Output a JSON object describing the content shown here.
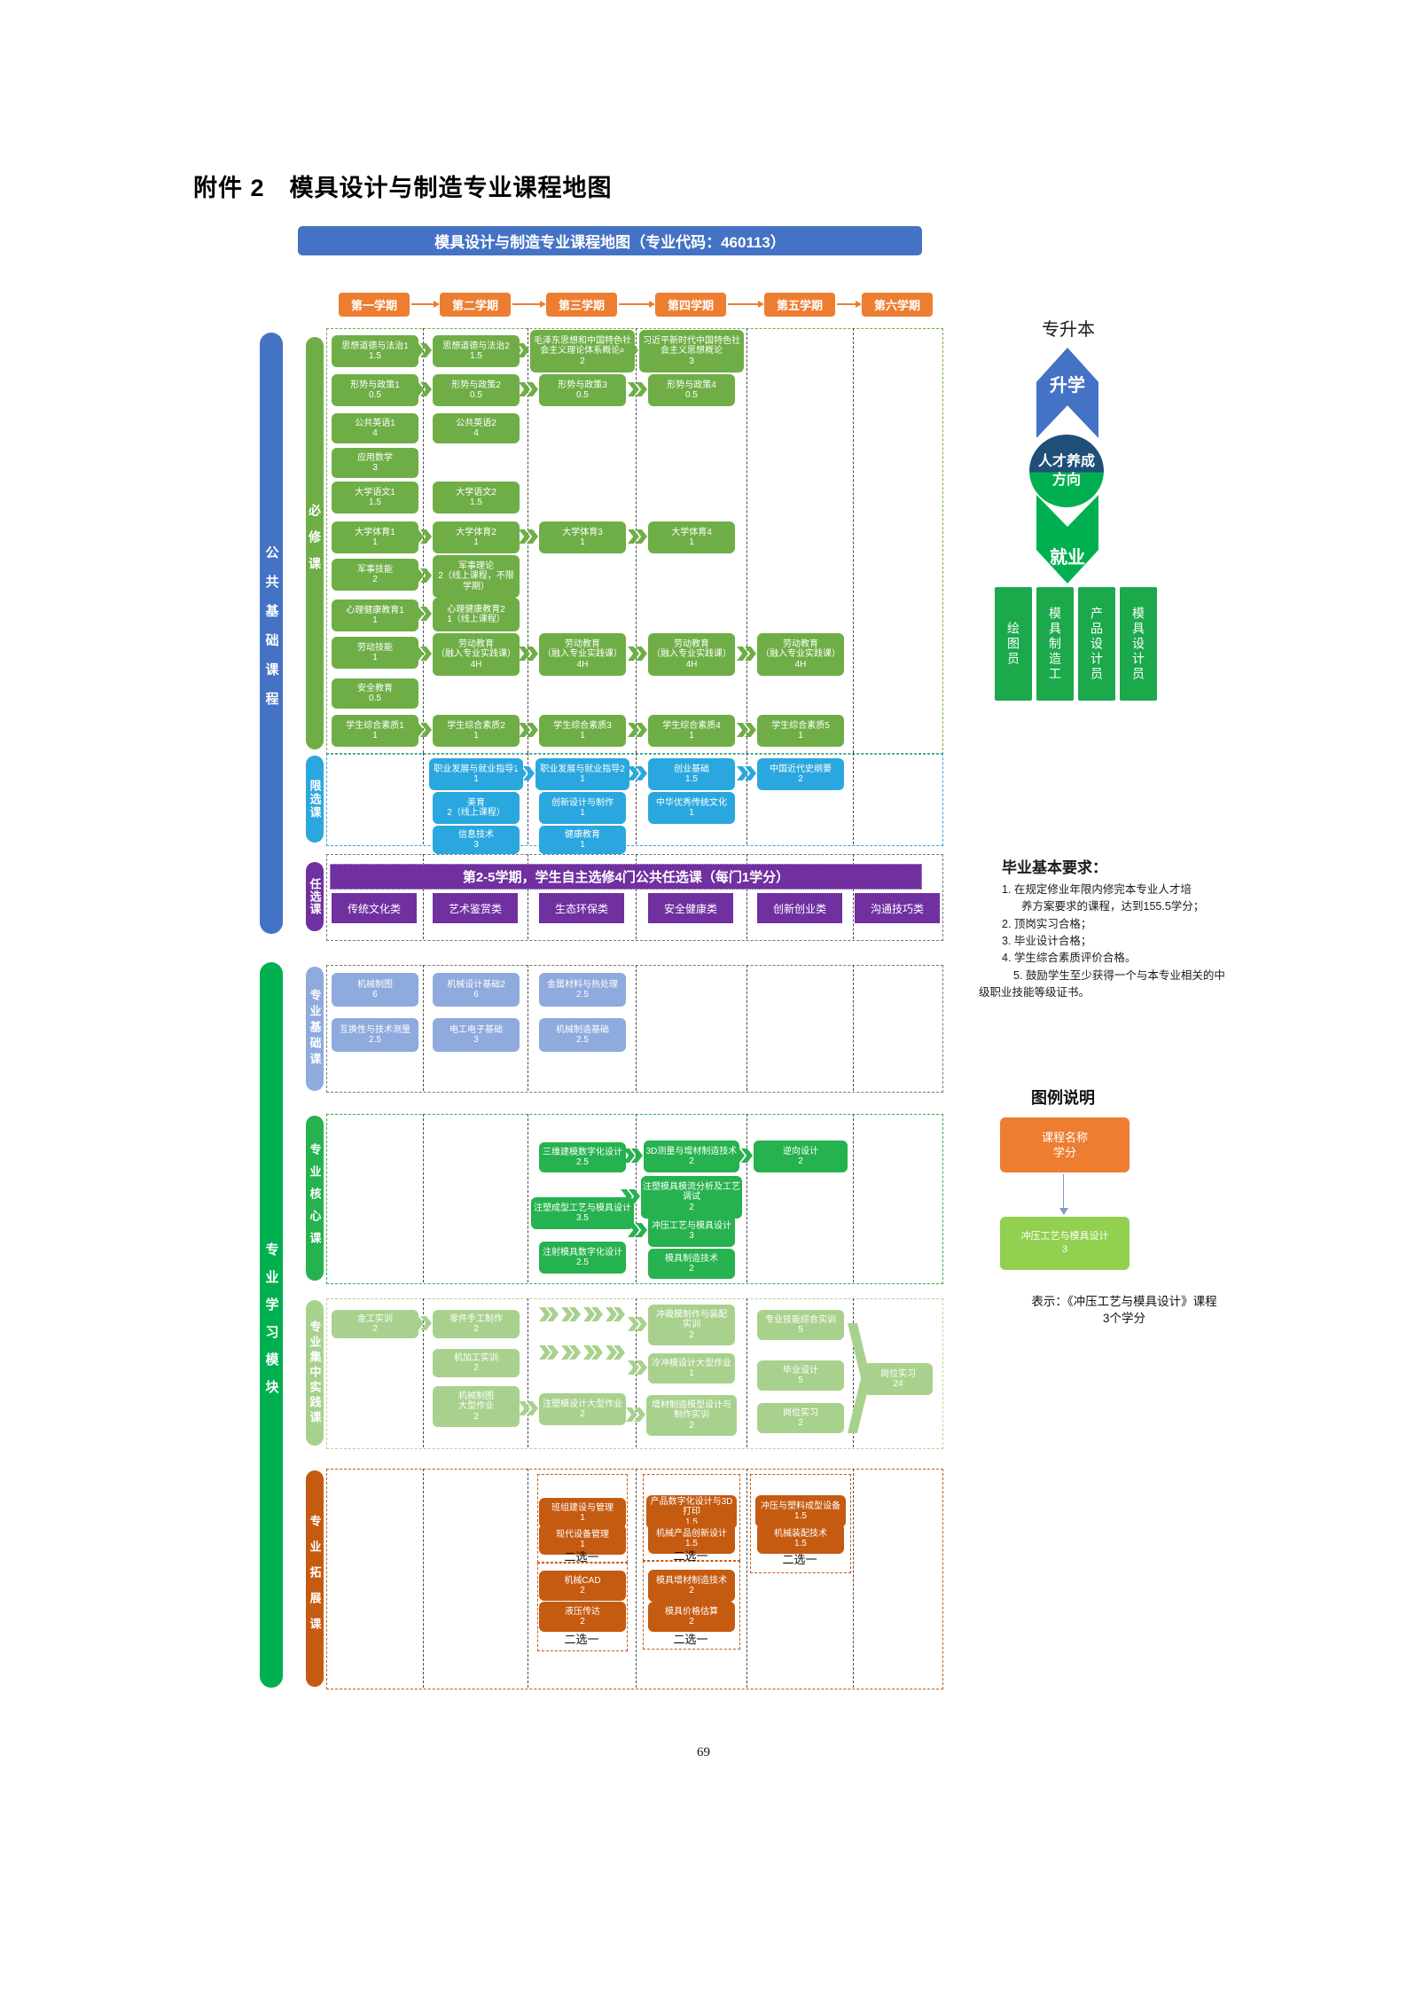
{
  "page": {
    "title": "附件 2　模具设计与制造专业课程地图",
    "number": "69"
  },
  "banner": {
    "title": "模具设计与制造专业课程地图（专业代码：460113）"
  },
  "semesters": [
    "第一学期",
    "第二学期",
    "第三学期",
    "第四学期",
    "第五学期",
    "第六学期"
  ],
  "left_nav": {
    "public_base": "公共基础课程",
    "major_module": "专业学习模块"
  },
  "section_labels": {
    "bixiu": "必修课",
    "xianxuan": "限选课",
    "renxuan": "任选课",
    "jichu": "专业基础课",
    "hexin": "专业核心课",
    "shijian": "专业集中实践课",
    "tuozhan": "专业拓展课"
  },
  "renxuan": {
    "banner": "第2-5学期，学生自主选修4门公共任选课（每门1学分）",
    "categories": [
      "传统文化类",
      "艺术鉴赏类",
      "生态环保类",
      "安全健康类",
      "创新创业类",
      "沟通技巧类"
    ]
  },
  "courses": {
    "bixiu": [
      {
        "n": "思想道德与法治1",
        "c": "1.5"
      },
      {
        "n": "思想道德与法治2",
        "c": "1.5"
      },
      {
        "n": "毛泽东思想和中国特色社\n会主义理论体系概论4",
        "c": "2"
      },
      {
        "n": "习近平新时代中国特色社\n会主义思想概论",
        "c": "3"
      },
      {
        "n": "形势与政策1",
        "c": "0.5"
      },
      {
        "n": "形势与政策2",
        "c": "0.5"
      },
      {
        "n": "形势与政策3",
        "c": "0.5"
      },
      {
        "n": "形势与政策4",
        "c": "0.5"
      },
      {
        "n": "公共英语1",
        "c": "4"
      },
      {
        "n": "公共英语2",
        "c": "4"
      },
      {
        "n": "应用数学",
        "c": "3"
      },
      {
        "n": "大学语文1",
        "c": "1.5"
      },
      {
        "n": "大学语文2",
        "c": "1.5"
      },
      {
        "n": "大学体育1",
        "c": "1"
      },
      {
        "n": "大学体育2",
        "c": "1"
      },
      {
        "n": "大学体育3",
        "c": "1"
      },
      {
        "n": "大学体育4",
        "c": "1"
      },
      {
        "n": "军事技能",
        "c": "2"
      },
      {
        "n": "军事理论",
        "c": "2（线上课程，不限\n学期）"
      },
      {
        "n": "心理健康教育1",
        "c": "1"
      },
      {
        "n": "心理健康教育2",
        "c": "1（线上课程）"
      },
      {
        "n": "劳动技能",
        "c": "1"
      },
      {
        "n": "劳动教育",
        "c": "（融入专业实践课）\n4H"
      },
      {
        "n": "劳动教育",
        "c": "（融入专业实践课）\n4H"
      },
      {
        "n": "劳动教育",
        "c": "（融入专业实践课）\n4H"
      },
      {
        "n": "劳动教育",
        "c": "（融入专业实践课）\n4H"
      },
      {
        "n": "安全教育",
        "c": "0.5"
      },
      {
        "n": "学生综合素质1",
        "c": "1"
      },
      {
        "n": "学生综合素质2",
        "c": "1"
      },
      {
        "n": "学生综合素质3",
        "c": "1"
      },
      {
        "n": "学生综合素质4",
        "c": "1"
      },
      {
        "n": "学生综合素质5",
        "c": "1"
      }
    ],
    "xianxuan": [
      {
        "n": "职业发展与就业指导1",
        "c": "1"
      },
      {
        "n": "职业发展与就业指导2",
        "c": "1"
      },
      {
        "n": "创业基础",
        "c": "1.5"
      },
      {
        "n": "中国近代史纲要",
        "c": "2"
      },
      {
        "n": "美育",
        "c": "2（线上课程）"
      },
      {
        "n": "创新设计与制作",
        "c": "1"
      },
      {
        "n": "中华优秀传统文化",
        "c": "1"
      },
      {
        "n": "信息技术",
        "c": "3"
      },
      {
        "n": "健康教育",
        "c": "1"
      }
    ],
    "jichu": [
      {
        "n": "机械制图",
        "c": "6"
      },
      {
        "n": "机械设计基础2",
        "c": "6"
      },
      {
        "n": "金属材料与热处理",
        "c": "2.5"
      },
      {
        "n": "互换性与技术测量",
        "c": "2.5"
      },
      {
        "n": "电工电子基础",
        "c": "3"
      },
      {
        "n": "机械制造基础",
        "c": "2.5"
      }
    ],
    "hexin": [
      {
        "n": "三维建模数字化设计",
        "c": "2.5"
      },
      {
        "n": "3D测量与增材制造技术",
        "c": "2"
      },
      {
        "n": "逆向设计",
        "c": "2"
      },
      {
        "n": "注塑成型工艺与模具设计",
        "c": "3.5"
      },
      {
        "n": "注塑模具模流分析及工艺\n调试",
        "c": "2"
      },
      {
        "n": "冲压工艺与模具设计",
        "c": "3"
      },
      {
        "n": "注射模具数字化设计",
        "c": "2.5"
      },
      {
        "n": "模具制造技术",
        "c": "2"
      }
    ],
    "shijian": [
      {
        "n": "金工实训",
        "c": "2"
      },
      {
        "n": "零件手工制作",
        "c": "2"
      },
      {
        "n": "冲裁模制作与装配\n实训",
        "c": "2"
      },
      {
        "n": "专业技能综合实训",
        "c": "5"
      },
      {
        "n": "机加工实训",
        "c": "2"
      },
      {
        "n": "冷冲模设计大型作业",
        "c": "1"
      },
      {
        "n": "毕业设计",
        "c": "5"
      },
      {
        "n": "岗位实习",
        "c": "24"
      },
      {
        "n": "机械制图\n大型作业",
        "c": "2"
      },
      {
        "n": "注塑模设计大型作业",
        "c": "2"
      },
      {
        "n": "增材制造模型设计与\n制作实训",
        "c": "2"
      },
      {
        "n": "岗位实习",
        "c": "2"
      }
    ],
    "tuozhan": [
      {
        "n": "班组建设与管理",
        "c": "1"
      },
      {
        "n": "现代设备管理",
        "c": "1"
      },
      {
        "n": "机械CAD",
        "c": "2"
      },
      {
        "n": "液压传达",
        "c": "2"
      },
      {
        "n": "产品数字化设计与3D打印",
        "c": "1.5"
      },
      {
        "n": "机械产品创新设计",
        "c": "1.5"
      },
      {
        "n": "模具增材制造技术",
        "c": "2"
      },
      {
        "n": "模具价格估算",
        "c": "2"
      },
      {
        "n": "冲压与塑料成型设备",
        "c": "1.5"
      },
      {
        "n": "机械装配技术",
        "c": "1.5"
      }
    ]
  },
  "choose_labels": [
    "二选一",
    "二选一",
    "二选一",
    "二选一",
    "二选一"
  ],
  "pathway": {
    "top": "专升本",
    "up": "升学",
    "center_line1": "人才养成",
    "center_line2": "方向",
    "down": "就业",
    "jobs": [
      "绘图员",
      "模具制造工",
      "产品设计员",
      "模具设计员"
    ]
  },
  "graduation": {
    "title": "毕业基本要求：",
    "lines": [
      "1. 在规定修业年限内修完本专业人才培",
      "养方案要求的课程，达到155.5学分；",
      "2. 顶岗实习合格；",
      "3. 毕业设计合格；",
      "4. 学生综合素质评价合格。",
      "5. 鼓励学生至少获得一个与本专业相关的中",
      "级职业技能等级证书。"
    ]
  },
  "legend": {
    "title": "图例说明",
    "sample_name": "课程名称",
    "sample_credit": "学分",
    "example_name": "冲压工艺与模具设计",
    "example_credit": "3",
    "caption_line1": "表示：《冲压工艺与模具设计》课程",
    "caption_line2": "3个学分"
  }
}
